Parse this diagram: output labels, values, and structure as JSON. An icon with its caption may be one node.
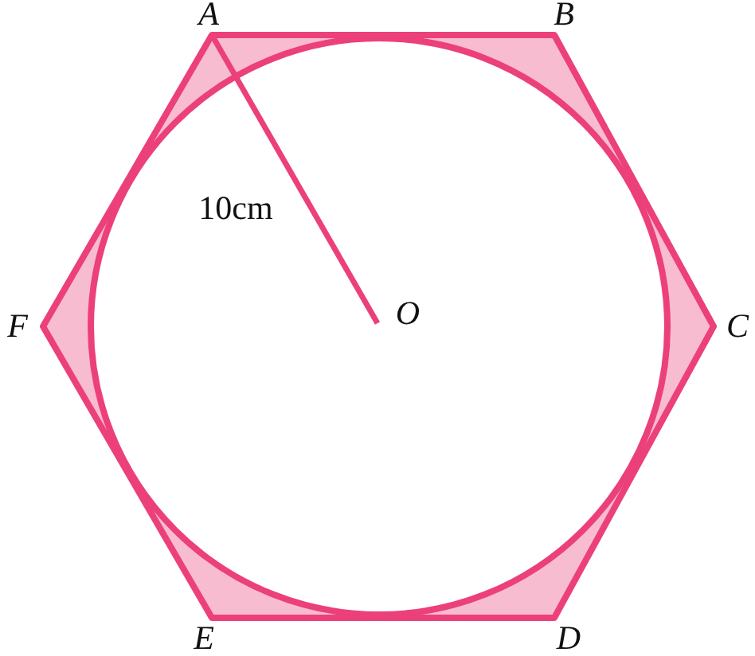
{
  "diagram": {
    "labels": [
      "A",
      "B",
      "10cm",
      "F",
      "O",
      "C",
      "E",
      "D"
    ]
  }
}
